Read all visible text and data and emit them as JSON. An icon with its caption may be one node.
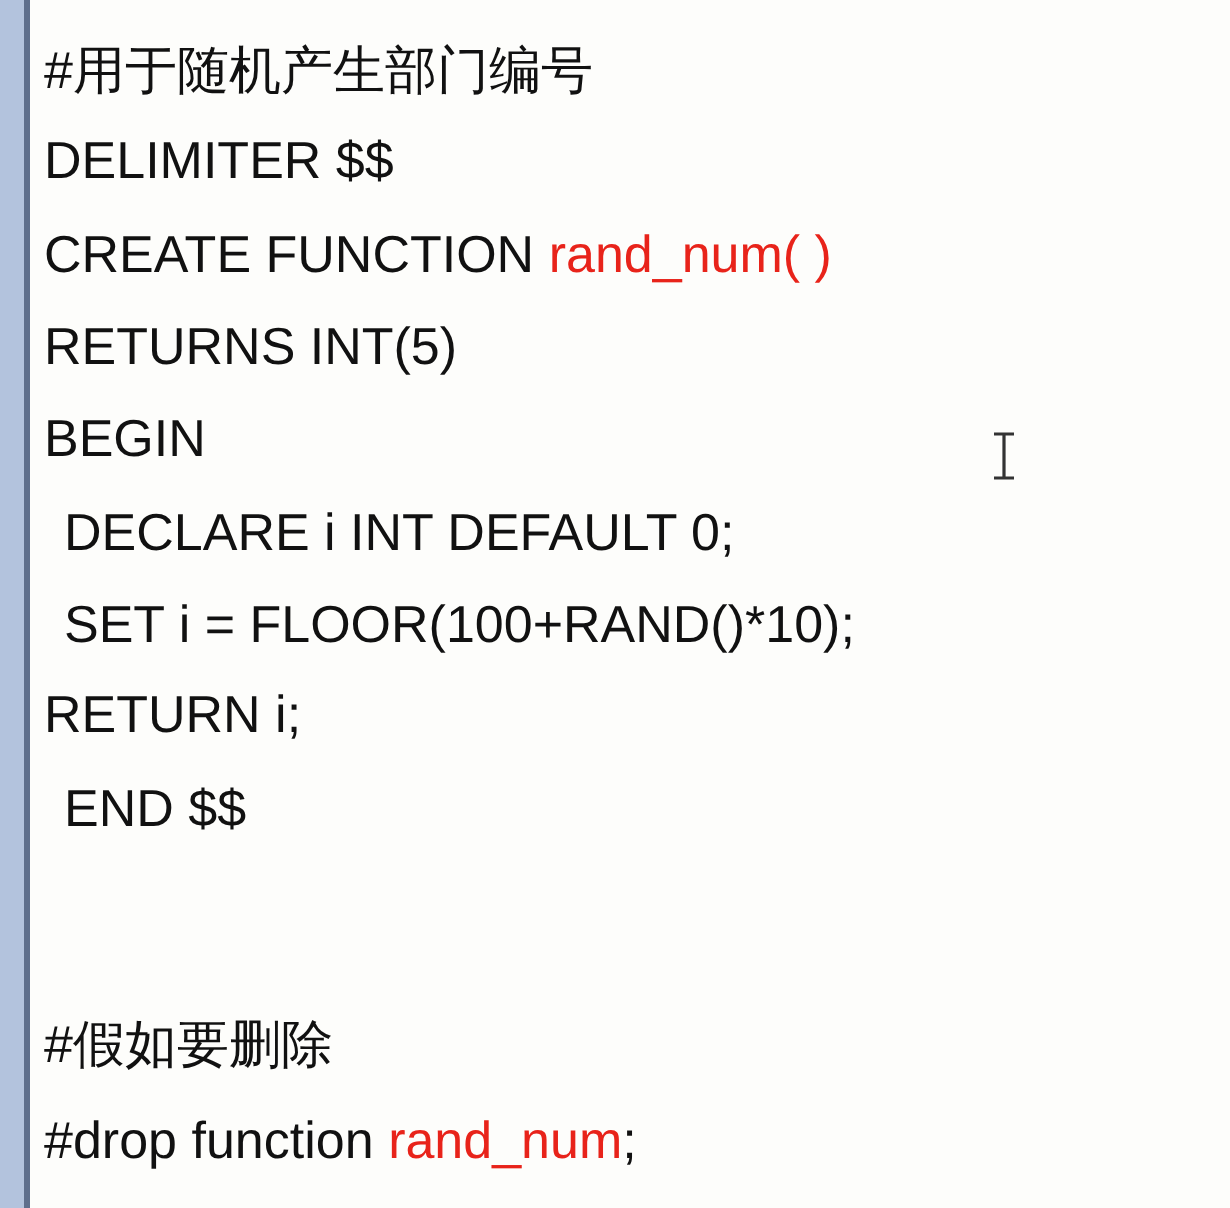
{
  "diagram": {
    "labels": [
      "#用于随机产生部门编号",
      "DELIMITER $$",
      "CREATE FUNCTION",
      "rand_num( )",
      "RETURNS INT(5)",
      "BEGIN",
      "DECLARE i INT DEFAULT 0;",
      "SET i = FLOOR(100+RAND()*10);",
      "RETURN i;",
      "END $$",
      "#假如要删除",
      "#drop function",
      "rand_num",
      ";"
    ]
  }
}
